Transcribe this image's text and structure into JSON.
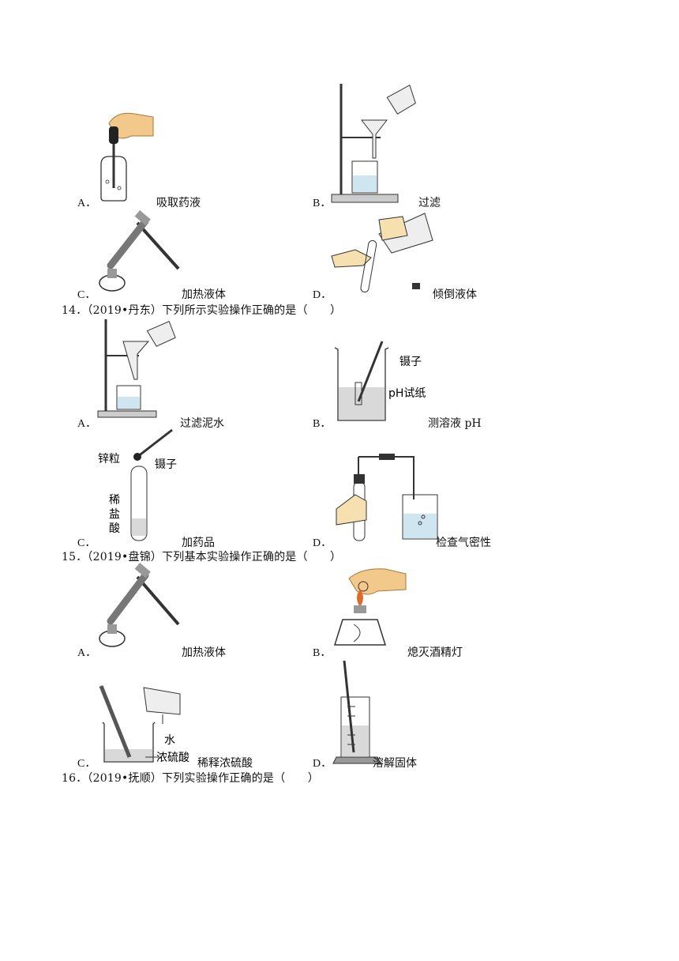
{
  "q13": {
    "options": [
      {
        "letter": "A．",
        "caption": "吸取药液"
      },
      {
        "letter": "B．",
        "caption": "过滤"
      },
      {
        "letter": "C．",
        "caption": "加热液体"
      },
      {
        "letter": "D．",
        "caption": "倾倒液体"
      }
    ]
  },
  "q14": {
    "stem": "14．（2019•丹东）下列所示实验操作正确的是（　　）",
    "options": [
      {
        "letter": "A．",
        "caption": "过滤泥水"
      },
      {
        "letter": "B．",
        "caption": "测溶液 pH"
      },
      {
        "letter": "C．",
        "caption": "加药品"
      },
      {
        "letter": "D．",
        "caption": "检查气密性"
      }
    ],
    "figure_labels": {
      "tweezers": "镊子",
      "ph_paper": "pH试纸",
      "zinc": "锌粒",
      "tweezers2": "镊子",
      "acid_1": "稀",
      "acid_2": "盐",
      "acid_3": "酸"
    }
  },
  "q15": {
    "stem": "15．（2019•盘锦）下列基本实验操作正确的是（　　）",
    "options": [
      {
        "letter": "A．",
        "caption": "加热液体"
      },
      {
        "letter": "B．",
        "caption": "熄灭酒精灯"
      },
      {
        "letter": "C．",
        "caption": "稀释浓硫酸"
      },
      {
        "letter": "D．",
        "caption": "溶解固体"
      }
    ],
    "figure_labels": {
      "water": "水",
      "acid": "浓硫酸"
    }
  },
  "q16": {
    "stem": "16．（2019•抚顺）下列实验操作正确的是（　　）"
  },
  "colors": {
    "skin": "#f2c98a",
    "flame": "#e06a2a",
    "line": "#333333"
  }
}
